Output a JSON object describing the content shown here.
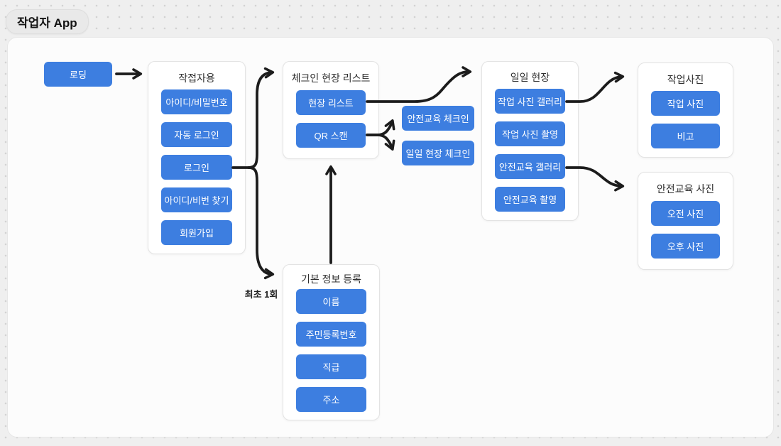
{
  "badge": {
    "title": "작업자 App"
  },
  "colors": {
    "accent": "#3d7ee0",
    "arrow": "#1c1c1c",
    "node_text": "#ffffff",
    "canvas": "#fcfcfc",
    "background": "#efefef"
  },
  "nodes": {
    "loading": "로딩",
    "safety_checkin": "안전교육 체크인",
    "daily_site_checkin": "일일 현장 체크인"
  },
  "edge_label_min_once": "최초 1회",
  "groups": [
    {
      "id": "worker",
      "title": "작접자용",
      "items": [
        "아이디/비밀번호",
        "자동 로그인",
        "로그인",
        "아이디/비번 찾기",
        "회원가입"
      ]
    },
    {
      "id": "checkin-list",
      "title": "체크인 현장 리스트",
      "items": [
        "현장 리스트",
        "QR 스캔"
      ]
    },
    {
      "id": "daily-site",
      "title": "일일 현장",
      "items": [
        "작업 사진 갤러리",
        "작업 사진 촬영",
        "안전교육 갤러리",
        "안전교육 촬영"
      ]
    },
    {
      "id": "work-photo",
      "title": "작업사진",
      "items": [
        "작업 사진",
        "비고"
      ]
    },
    {
      "id": "safety-photo",
      "title": "안전교육 사진",
      "items": [
        "오전 사진",
        "오후 사진"
      ]
    },
    {
      "id": "basic-info",
      "title": "기본 정보 등록",
      "items": [
        "이름",
        "주민등록번호",
        "직급",
        "주소"
      ]
    }
  ]
}
